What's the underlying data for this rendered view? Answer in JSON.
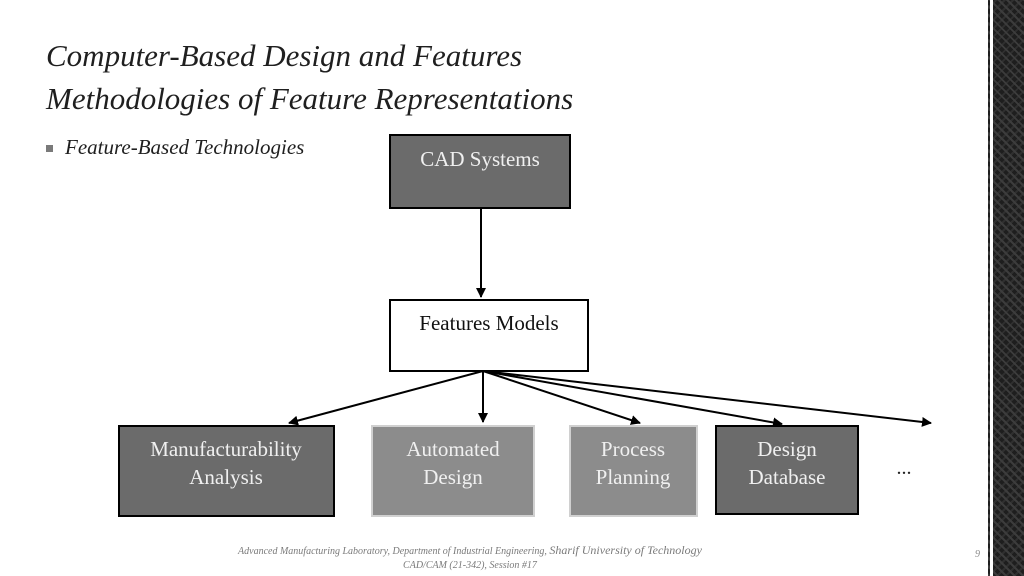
{
  "slide": {
    "title_line1": "Computer-Based Design and Features",
    "title_line2": "Methodologies of Feature Representations",
    "bullet": "Feature-Based Technologies"
  },
  "diagram": {
    "top_node": "CAD Systems",
    "middle_node": "Features Models",
    "leaf_nodes": [
      {
        "line1": "Manufacturability",
        "line2": "Analysis"
      },
      {
        "line1": "Automated",
        "line2": "Design"
      },
      {
        "line1": "Process",
        "line2": "Planning"
      },
      {
        "line1": "Design",
        "line2": "Database"
      }
    ],
    "more": "..."
  },
  "footer": {
    "line1_a": "Advanced Manufacturing Laboratory, Department of Industrial Engineering, ",
    "line1_b": "Sharif University of Technology",
    "line2": "CAD/CAM (21-342), Session #17"
  },
  "page_number": "9",
  "colors": {
    "dark_box": "#6b6b6b",
    "light_box": "#8c8c8c",
    "box_text": "#f0f0f0",
    "stroke": "#000000"
  }
}
